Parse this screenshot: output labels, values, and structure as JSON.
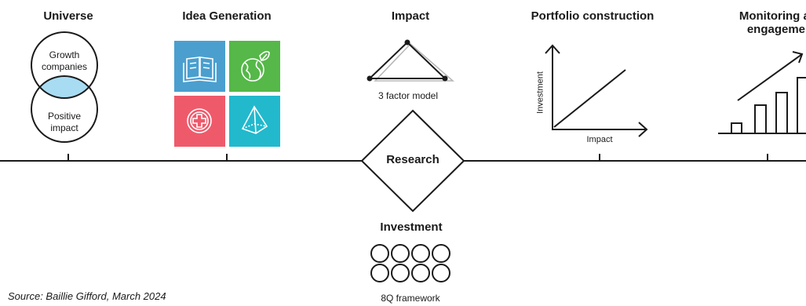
{
  "stages": {
    "universe": {
      "title": "Universe",
      "circle_top": "Growth companies",
      "circle_bottom": "Positive impact"
    },
    "idea_generation": {
      "title": "Idea Generation",
      "tiles": [
        {
          "icon": "open-book-icon",
          "color": "#4a9fcf"
        },
        {
          "icon": "globe-leaf-icon",
          "color": "#55b848"
        },
        {
          "icon": "medical-cross-icon",
          "color": "#ef5a6b"
        },
        {
          "icon": "pyramid-icon",
          "color": "#22b9cd"
        }
      ]
    },
    "impact": {
      "title": "Impact",
      "caption": "3 factor model"
    },
    "research": {
      "label": "Research"
    },
    "investment": {
      "title": "Investment",
      "caption": "8Q framework",
      "circle_count": 8
    },
    "portfolio_construction": {
      "title": "Portfolio construction",
      "y_axis": "Investment",
      "x_axis": "Impact"
    },
    "monitoring": {
      "title": "Monitoring and engagement"
    }
  },
  "source": "Source: Baillie Gifford, March 2024",
  "colors": {
    "overlap": "#a8dcf3",
    "line": "#1a1a1a",
    "triangle_shadow": "#b5b5b5"
  }
}
